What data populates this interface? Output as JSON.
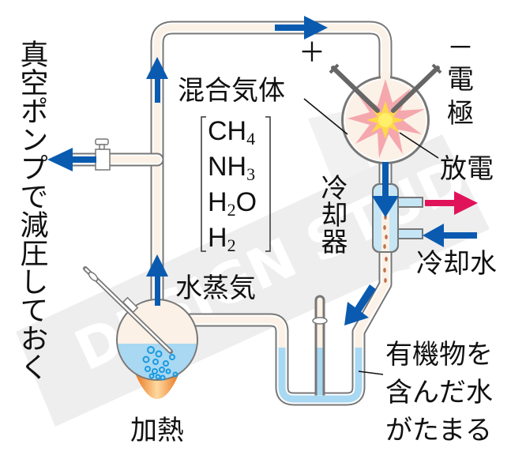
{
  "diagram": {
    "title": "Miller-Urey experiment apparatus",
    "labels": {
      "vacuum_pump": "真空ポンプで減圧しておく",
      "mixed_gas": "混合気体",
      "water_vapor": "水蒸気",
      "heating": "加熱",
      "plus": "＋",
      "minus": "－",
      "electrode": "電極",
      "discharge": "放電",
      "condenser": "冷却器",
      "cooling_water": "冷却水",
      "result_line1": "有機物を",
      "result_line2": "含んだ水",
      "result_line3": "がたまる"
    },
    "gases": [
      {
        "base": "CH",
        "sub": "4",
        "tail": ""
      },
      {
        "base": "NH",
        "sub": "3",
        "tail": ""
      },
      {
        "base": "H",
        "sub": "2",
        "tail": "O"
      },
      {
        "base": "H",
        "sub": "2",
        "tail": ""
      }
    ],
    "watermark": "DESIGN STUDIO",
    "colors": {
      "flow_arrow": "#0a5bb0",
      "hot_water_out": "#e0135a",
      "water": "#a8d8f2",
      "tube_fill": "#fbf1e6",
      "tube_outline": "#7a7a7a",
      "flame": "#f08a24",
      "spark_core": "#ffd21f",
      "spark_outer": "#f07a8a"
    }
  }
}
